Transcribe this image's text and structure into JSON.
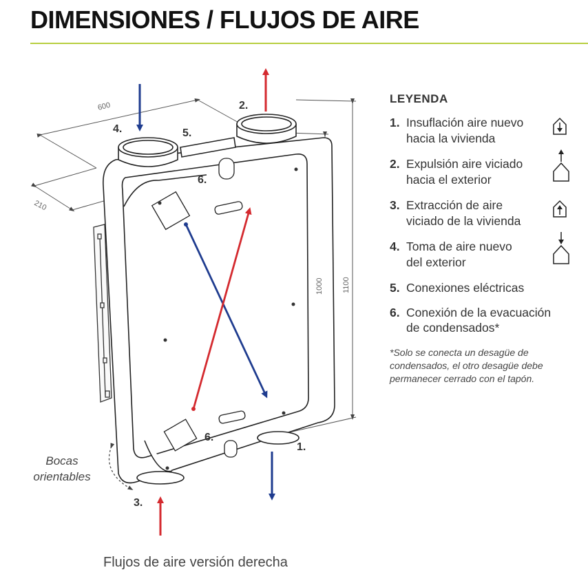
{
  "title": "DIMENSIONES / FLUJOS DE AIRE",
  "legend": {
    "heading": "LEYENDA",
    "items": [
      {
        "num": "1.",
        "line1": "Insuflación aire nuevo",
        "line2": "hacia la vivienda",
        "icon": "house-arrow-down-inside-icon"
      },
      {
        "num": "2.",
        "line1": "Expulsión aire viciado",
        "line2": "hacia el exterior",
        "icon": "house-arrow-up-outside-icon"
      },
      {
        "num": "3.",
        "line1": "Extracción de aire",
        "line2": "viciado de la vivienda",
        "icon": "house-arrow-up-inside-icon"
      },
      {
        "num": "4.",
        "line1": "Toma de aire nuevo",
        "line2": "del exterior",
        "icon": "house-arrow-down-outside-icon"
      },
      {
        "num": "5.",
        "line1": "Conexiones eléctricas",
        "line2": ""
      },
      {
        "num": "6.",
        "line1": "Conexión de la evacuación",
        "line2": "de condensados*"
      }
    ],
    "note": "*Solo se conecta un desagüe de condensados, el otro desagüe debe permanecer cerrado con el tapón."
  },
  "diagram": {
    "dimensions": {
      "width": "600",
      "depth": "210",
      "height_body": "1000",
      "height_total": "1100"
    },
    "labels": {
      "top_right_port": "2.",
      "top_left_port": "4.",
      "electrical": "5.",
      "drain_top": "6.",
      "drain_bottom": "6.",
      "bottom_right_port": "1.",
      "bottom_left_port": "3."
    },
    "bocas_line1": "Bocas",
    "bocas_line2": "orientables",
    "colors": {
      "blue": "#1f3c8f",
      "red": "#d42a2f",
      "rule": "#b7cf3e"
    }
  },
  "caption": "Flujos de aire versión derecha"
}
